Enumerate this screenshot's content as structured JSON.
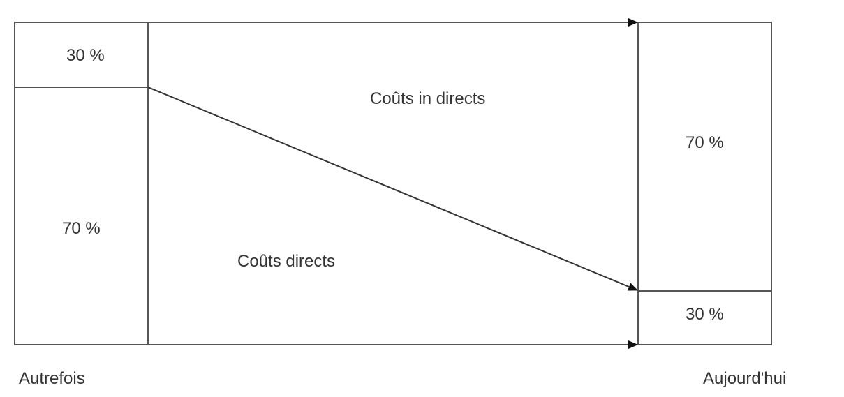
{
  "diagram": {
    "left_column": {
      "top_value": "30 %",
      "bottom_value": "70 %",
      "caption": "Autrefois"
    },
    "right_column": {
      "top_value": "70 %",
      "bottom_value": "30 %",
      "caption": "Aujourd'hui"
    },
    "regions": {
      "indirect_costs": "Coûts in directs",
      "direct_costs": "Coûts directs"
    },
    "colors": {
      "line": "#555555",
      "text": "#333333",
      "background": "#ffffff"
    }
  }
}
